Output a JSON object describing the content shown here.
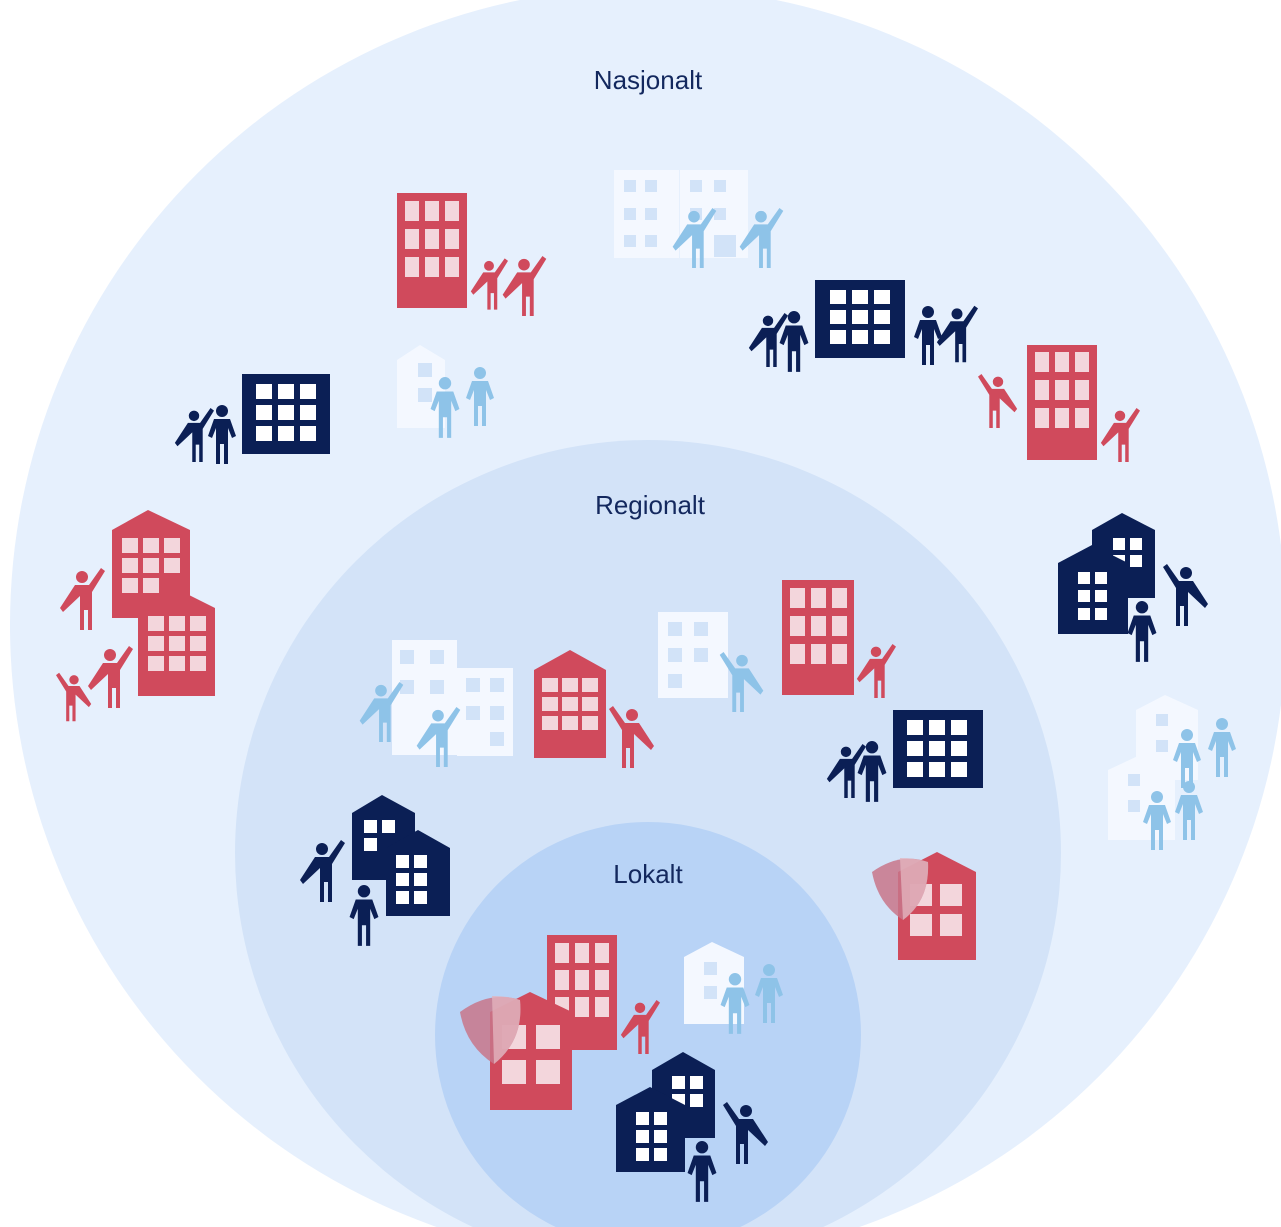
{
  "rings": {
    "outer": {
      "label": "Nasjonalt",
      "color": "#e6f0fd"
    },
    "middle": {
      "label": "Regionalt",
      "color": "#d3e3f8"
    },
    "inner": {
      "label": "Lokalt",
      "color": "#b8d3f6"
    }
  },
  "palette": {
    "red": "#d04a5c",
    "red_window": "#f3d6dc",
    "navy": "#0b1f55",
    "light_blue": "#8ec3e8",
    "pale_building": "#f4f8ff",
    "pale_window": "#d2e3f8",
    "shield": "#c8768a"
  },
  "icons": [
    "building-icon",
    "person-icon",
    "person-waving-icon",
    "shield-icon"
  ]
}
